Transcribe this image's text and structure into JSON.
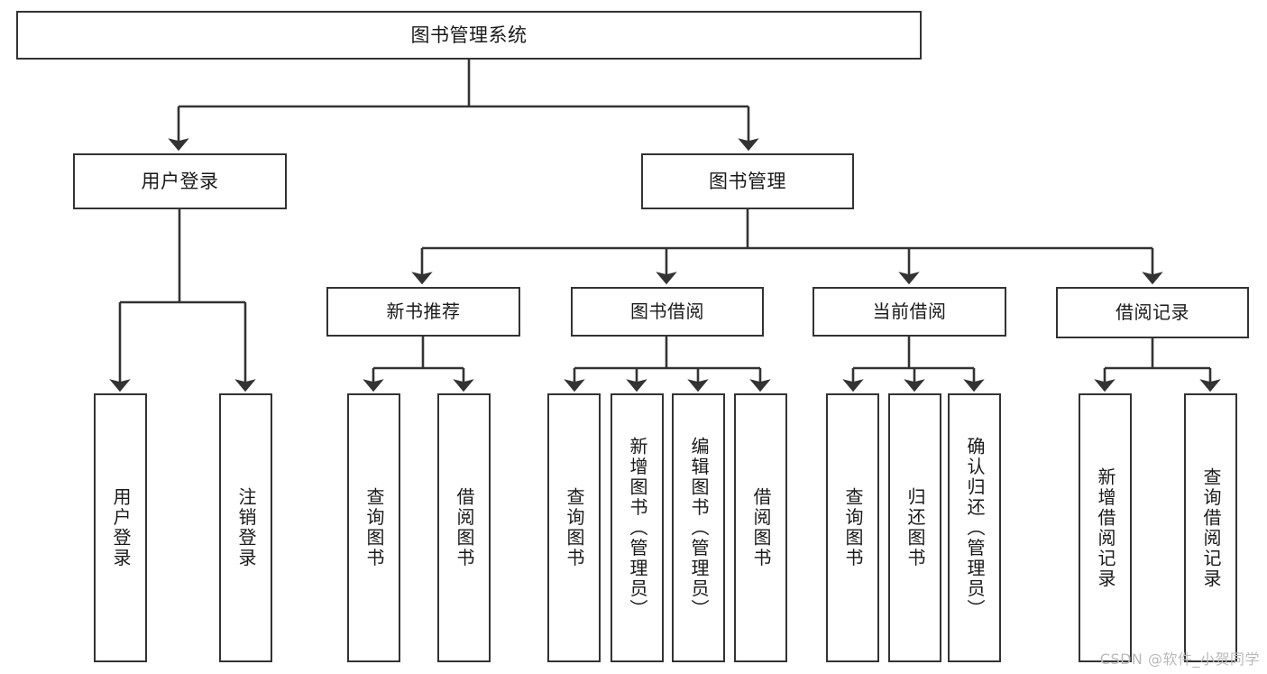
{
  "diagram": {
    "title": "图书管理系统",
    "type": "tree-hierarchy",
    "colors": {
      "node_border": "#333333",
      "node_fill": "#ffffff",
      "edge": "#333333",
      "text": "#1a1a1a",
      "watermark": "#b9b9b9",
      "background": "#ffffff"
    },
    "root": {
      "label": "图书管理系统"
    },
    "level1": [
      {
        "label": "用户登录"
      },
      {
        "label": "图书管理"
      }
    ],
    "level2": [
      {
        "label": "新书推荐"
      },
      {
        "label": "图书借阅"
      },
      {
        "label": "当前借阅"
      },
      {
        "label": "借阅记录"
      }
    ],
    "leaves": {
      "user_login": [
        {
          "label": "用户登录"
        },
        {
          "label": "注销登录"
        }
      ],
      "new_book_recommend": [
        {
          "label": "查询图书"
        },
        {
          "label": "借阅图书"
        }
      ],
      "book_borrow": [
        {
          "label": "查询图书"
        },
        {
          "label": "新增图书（管理员）"
        },
        {
          "label": "编辑图书（管理员）"
        },
        {
          "label": "借阅图书"
        }
      ],
      "current_borrow": [
        {
          "label": "查询图书"
        },
        {
          "label": "归还图书"
        },
        {
          "label": "确认归还（管理员）"
        }
      ],
      "borrow_record": [
        {
          "label": "新增借阅记录"
        },
        {
          "label": "查询借阅记录"
        }
      ]
    }
  },
  "watermark": {
    "text": "CSDN @软件_小贺同学"
  }
}
